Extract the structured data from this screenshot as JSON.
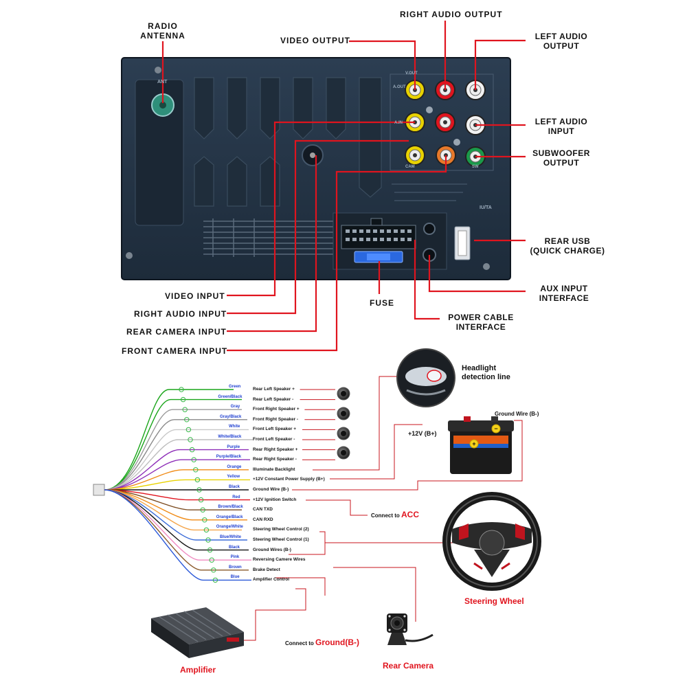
{
  "top_labels": {
    "radio_antenna": "RADIO\nANTENNA",
    "video_output": "VIDEO  OUTPUT",
    "right_audio_output": "RIGHT  AUDIO  OUTPUT",
    "left_audio_output": "LEFT AUDIO\nOUTPUT",
    "left_audio_input": "LEFT AUDIO\nINPUT",
    "subwoofer_output": "SUBWOOFER\nOUTPUT",
    "rear_usb": "REAR USB\n(QUICK CHARGE)",
    "aux_input": "AUX INPUT\nINTERFACE",
    "power_cable": "POWER CABLE\nINTERFACE",
    "fuse": "FUSE",
    "video_input": "VIDEO  INPUT",
    "right_audio_input": "RIGHT  AUDIO  INPUT",
    "rear_camera_input": "REAR  CAMERA  INPUT",
    "front_camera_input": "FRONT  CAMERA  INPUT"
  },
  "wires": [
    {
      "color": "Green",
      "hex": "#1aa51a",
      "label": "Rear Left Speaker +"
    },
    {
      "color": "Green/Black",
      "hex": "#1aa51a",
      "label": "Rear Left Speaker -"
    },
    {
      "color": "Gray",
      "hex": "#9a9a9a",
      "label": "Front Right Speaker +"
    },
    {
      "color": "Gray/Black",
      "hex": "#8a8a8a",
      "label": "Front Right Speaker -"
    },
    {
      "color": "White",
      "hex": "#c8c8c8",
      "label": "Front Left Speaker +"
    },
    {
      "color": "White/Black",
      "hex": "#bdbdbd",
      "label": "Front Left Speaker -"
    },
    {
      "color": "Purple",
      "hex": "#8e2fb8",
      "label": "Rear Right Speaker +"
    },
    {
      "color": "Purple/Black",
      "hex": "#8e2fb8",
      "label": "Rear Right Speaker -"
    },
    {
      "color": "Orange",
      "hex": "#f08a14",
      "label": "Illuminate Backlight"
    },
    {
      "color": "Yellow",
      "hex": "#e8d200",
      "label": "+12V Constant Power Supply (B+)"
    },
    {
      "color": "Black",
      "hex": "#111111",
      "label": "Ground Wire (B-)"
    },
    {
      "color": "Red",
      "hex": "#e0141e",
      "label": "+12V Ignition Switch"
    },
    {
      "color": "Brown/Black",
      "hex": "#7a4a1e",
      "label": "CAN TXD"
    },
    {
      "color": "Orange/Black",
      "hex": "#f08a14",
      "label": "CAN RXD"
    },
    {
      "color": "Orange/White",
      "hex": "#f5a54a",
      "label": "Steering Wheel Control (2)"
    },
    {
      "color": "Blue/White",
      "hex": "#3a6bd8",
      "label": "Steering Wheel Control (1)"
    },
    {
      "color": "Black",
      "hex": "#111111",
      "label": "Ground Wires (B-)"
    },
    {
      "color": "Pink",
      "hex": "#f08ac0",
      "label": "Reversing Camere Wires"
    },
    {
      "color": "Brown",
      "hex": "#8a5a2a",
      "label": "Brake Detect"
    },
    {
      "color": "Blue",
      "hex": "#2a58d8",
      "label": "Amplifier Control"
    }
  ],
  "headlight": "Headlight\ndetection line",
  "ground_wire": "Ground Wire (B-)",
  "battery_plus": "+12V  (B+)",
  "connect_acc_prefix": "Connect to",
  "connect_acc_target": "ACC",
  "connect_ground_prefix": "Connect to",
  "connect_ground_target": "Ground(B-)",
  "steering_wheel": "Steering Wheel",
  "amplifier": "Amplifier",
  "rear_camera": "Rear Camera",
  "panel_text": {
    "ant": "ANT",
    "vout": "V.OUT",
    "aout": "A.OUT",
    "ain": "A.IN",
    "cam": "CAM",
    "sw": "SW",
    "iu": "IU/TA"
  }
}
